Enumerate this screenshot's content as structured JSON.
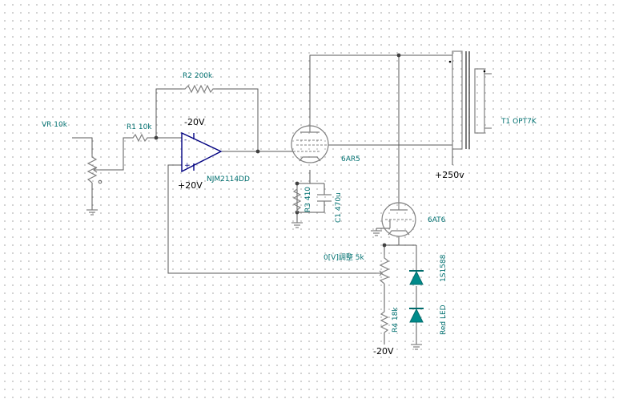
{
  "components": {
    "vr": {
      "label": "VR 10k"
    },
    "r1": {
      "label": "R1 10k"
    },
    "r2": {
      "label": "R2 200k"
    },
    "opamp": {
      "label": "NJM2114DD",
      "neg_supply": "-20V",
      "pos_supply": "+20V",
      "pin_minus": "-",
      "pin_plus": "+"
    },
    "tube_6ar5": {
      "label": "6AR5"
    },
    "tube_6at6": {
      "label": "6AT6"
    },
    "r3": {
      "label": "R3 410"
    },
    "c1": {
      "label": "C1 470u"
    },
    "t1": {
      "label": "T1 OPT7K"
    },
    "b_plus": {
      "label": "+250v"
    },
    "trim": {
      "label": "0[V]調整 5k"
    },
    "r4": {
      "label": "R4 18k"
    },
    "neg_bottom": {
      "label": "-20V"
    },
    "diode": {
      "label": "1S1588"
    },
    "led": {
      "label": "Red LED"
    }
  },
  "colors": {
    "wire": "#5a5a5a",
    "opamp": "#000080",
    "diode": "#008b8b",
    "label": "#007070"
  }
}
